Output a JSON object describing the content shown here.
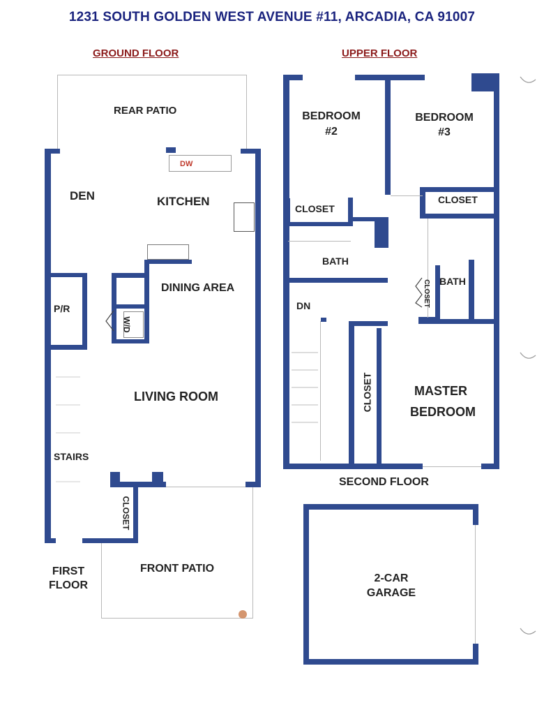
{
  "title": "1231 SOUTH GOLDEN WEST AVENUE #11, ARCADIA, CA 91007",
  "ground_floor": {
    "heading": "GROUND FLOOR",
    "rooms": {
      "rear_patio": "REAR PATIO",
      "den": "DEN",
      "kitchen": "KITCHEN",
      "dw": "DW",
      "dining": "DINING  AREA",
      "pr": "P/R",
      "wd": "W/D",
      "living": "LIVING ROOM",
      "stairs": "STAIRS",
      "closet": "CLOSET",
      "front_patio": "FRONT PATIO",
      "floor_label_1": "FIRST",
      "floor_label_2": "FLOOR"
    }
  },
  "upper_floor": {
    "heading": "UPPER FLOOR",
    "rooms": {
      "bedroom2_a": "BEDROOM",
      "bedroom2_b": "#2",
      "bedroom3_a": "BEDROOM",
      "bedroom3_b": "#3",
      "closet_left": "CLOSET",
      "closet_right": "CLOSET",
      "bath_left": "BATH",
      "bath_right": "BATH",
      "closet_small": "CLOSET",
      "dn": "DN",
      "closet_vertical": "CLOSET",
      "master_a": "MASTER",
      "master_b": "BEDROOM",
      "floor_label": "SECOND FLOOR"
    }
  },
  "garage": {
    "line1": "2-CAR",
    "line2": "GARAGE"
  }
}
